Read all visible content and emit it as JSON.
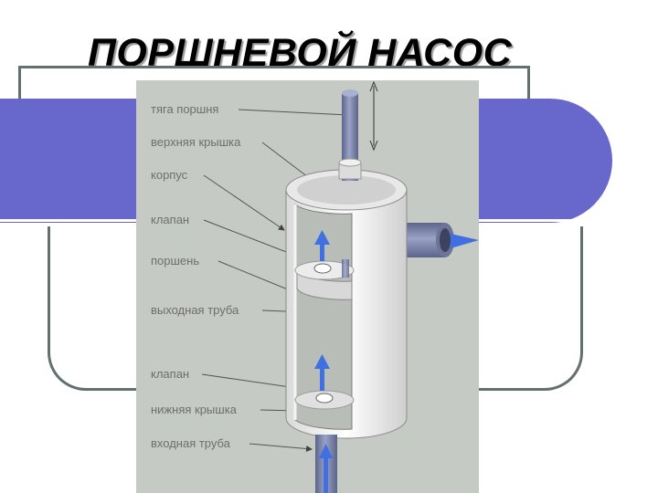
{
  "slide": {
    "title": "ПОРШНЕВОЙ НАСОС"
  },
  "diagram": {
    "labels": [
      {
        "id": "piston-rod",
        "text": "тяга поршня"
      },
      {
        "id": "top-cover",
        "text": "верхняя крышка"
      },
      {
        "id": "housing",
        "text": "корпус"
      },
      {
        "id": "valve-upper",
        "text": "клапан"
      },
      {
        "id": "piston",
        "text": "поршень"
      },
      {
        "id": "outlet-pipe",
        "text": "выходная труба"
      },
      {
        "id": "valve-lower",
        "text": "клапан"
      },
      {
        "id": "bottom-cover",
        "text": "нижняя крышка"
      },
      {
        "id": "inlet-pipe",
        "text": "входная труба"
      }
    ]
  },
  "colors": {
    "band": "#6767cc",
    "frame": "#62706f",
    "panel": "#c6cac4",
    "pipe": "#7a82a8",
    "flow_arrow": "#3f6fe0"
  }
}
